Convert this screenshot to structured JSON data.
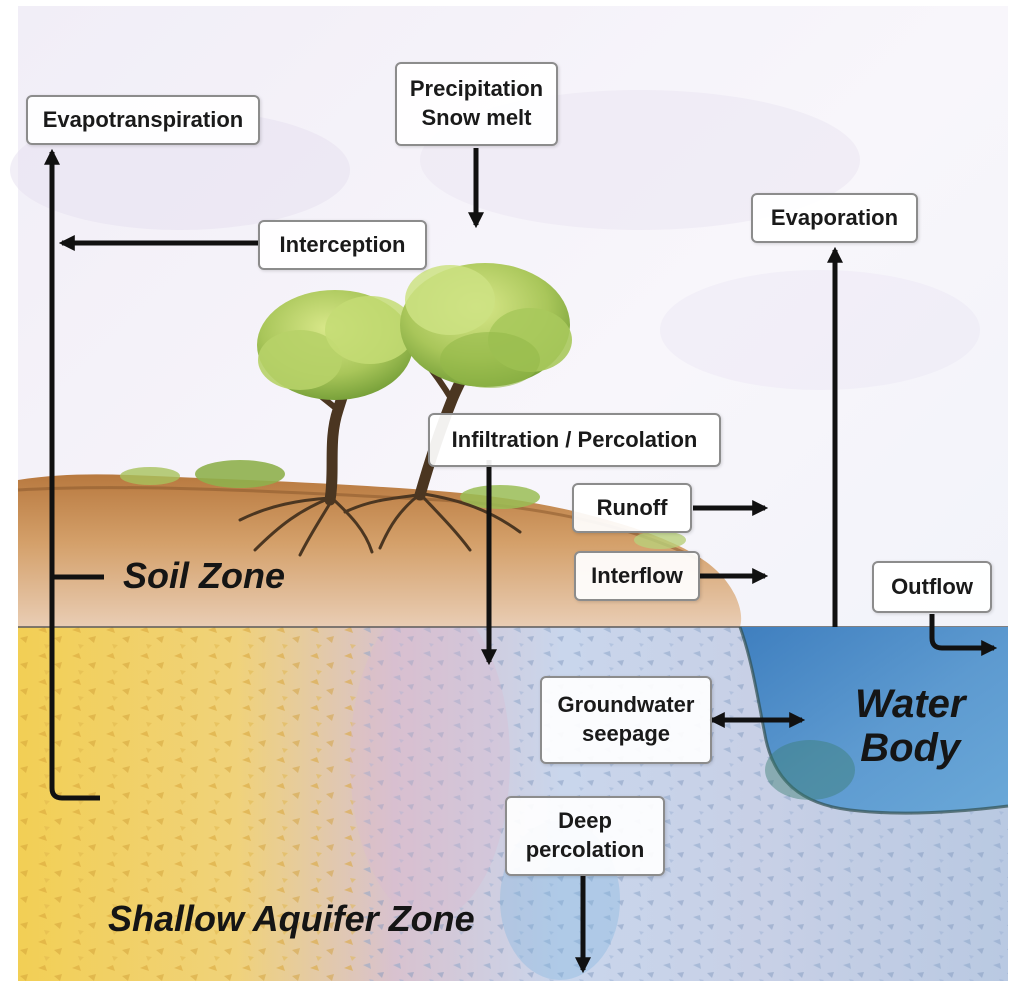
{
  "labels": {
    "evapotranspiration": "Evapotranspiration",
    "precipitation": [
      "Precipitation",
      "Snow melt"
    ],
    "interception": "Interception",
    "evaporation": "Evaporation",
    "infiltration": "Infiltration / Percolation",
    "runoff": "Runoff",
    "interflow": "Interflow",
    "outflow": "Outflow",
    "groundwater_seepage": [
      "Groundwater",
      "seepage"
    ],
    "deep_percolation": [
      "Deep",
      "percolation"
    ]
  },
  "zones": {
    "soil": "Soil Zone",
    "aquifer": "Shallow Aquifer Zone",
    "water_body": [
      "Water",
      "Body"
    ]
  },
  "colors": {
    "sky": "#f3f1f8",
    "soil": "#c98a4e",
    "soil_dark": "#8a5a2e",
    "aquifer_yellow": "#f0cc55",
    "aquifer_blue": "#a8c8e8",
    "water": "#4f8ec9",
    "tree_foliage": "#a8c85a",
    "arrow": "#111111"
  }
}
